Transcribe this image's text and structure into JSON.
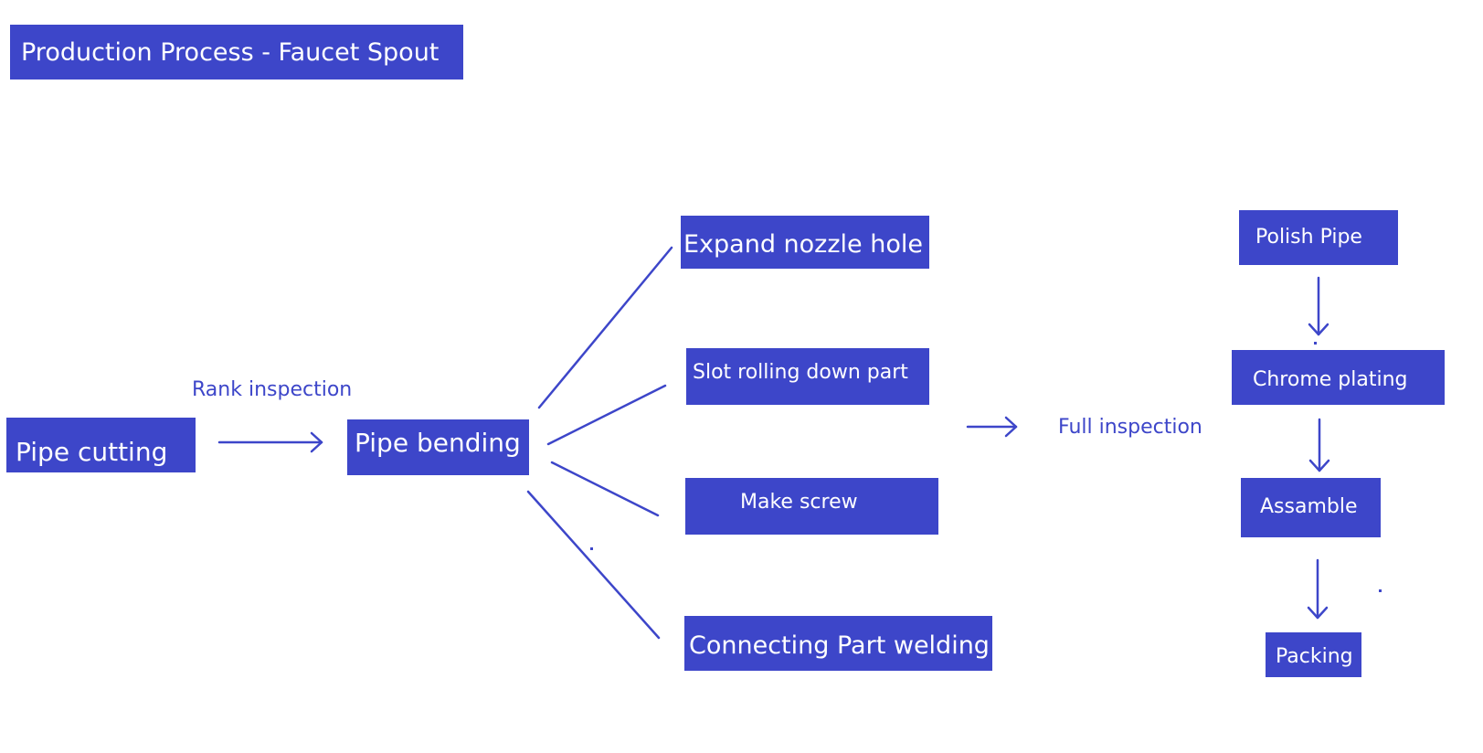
{
  "title": "Production Process - Faucet Spout",
  "nodes": {
    "pipe_cutting": "Pipe cutting",
    "pipe_bending": "Pipe bending",
    "expand_nozzle_hole": "Expand nozzle hole",
    "slot_rolling": "Slot rolling down part",
    "make_screw": "Make screw",
    "connecting_part_welding": "Connecting Part  welding",
    "polish_pipe": "Polish Pipe",
    "chrome_plating": "Chrome plating",
    "assamble": "Assamble",
    "packing": "Packing"
  },
  "edge_labels": {
    "rank_inspection": "Rank inspection",
    "full_inspection": "Full inspection"
  },
  "colors": {
    "accent": "#3d46c9",
    "text_on_accent": "#ffffff",
    "background": "#ffffff"
  }
}
